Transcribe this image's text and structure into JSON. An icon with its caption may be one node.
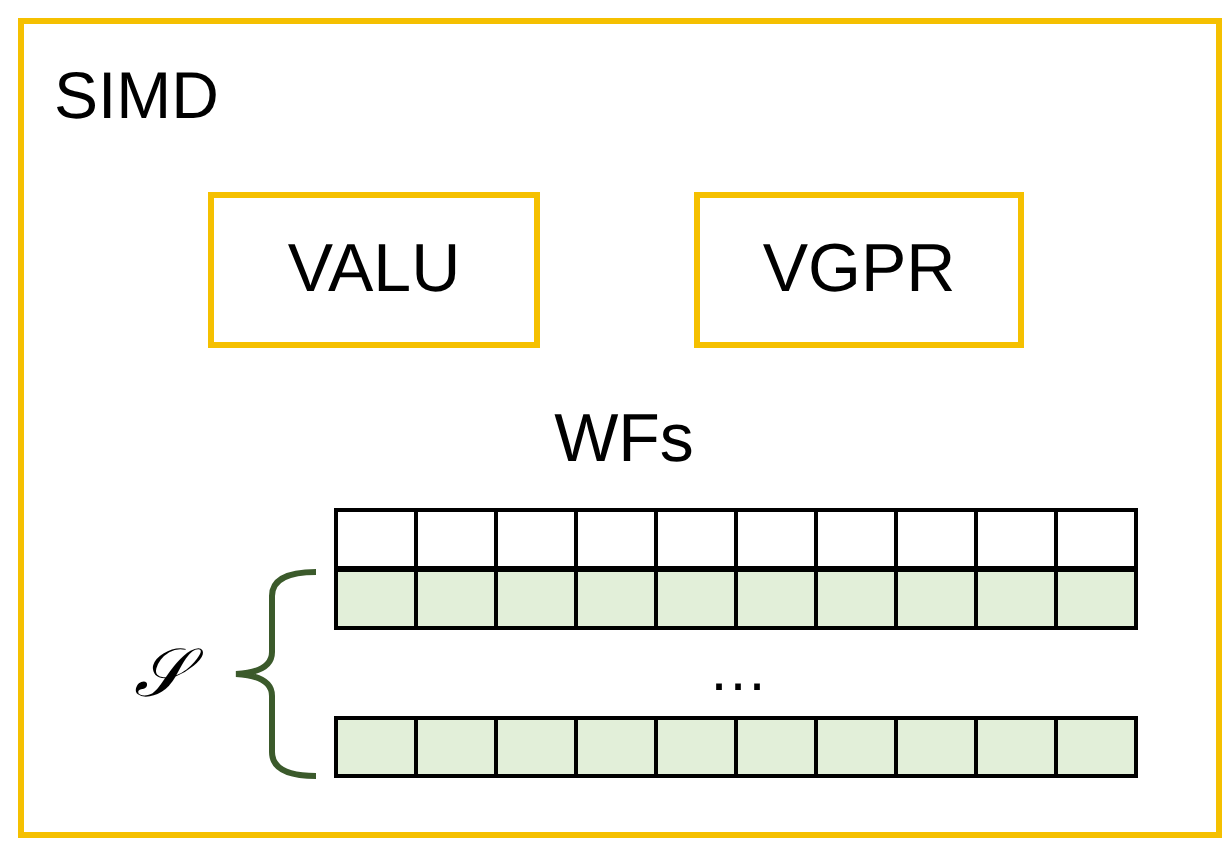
{
  "diagram": {
    "nodes": [
      {
        "text": [
          "SIMD"
        ]
      },
      {
        "text": [
          "VALU"
        ],
        "in": 0
      },
      {
        "text": [
          "VGPR"
        ],
        "in": 0
      }
    ],
    "labels": [
      "WFs",
      "𝒮",
      "…"
    ]
  }
}
